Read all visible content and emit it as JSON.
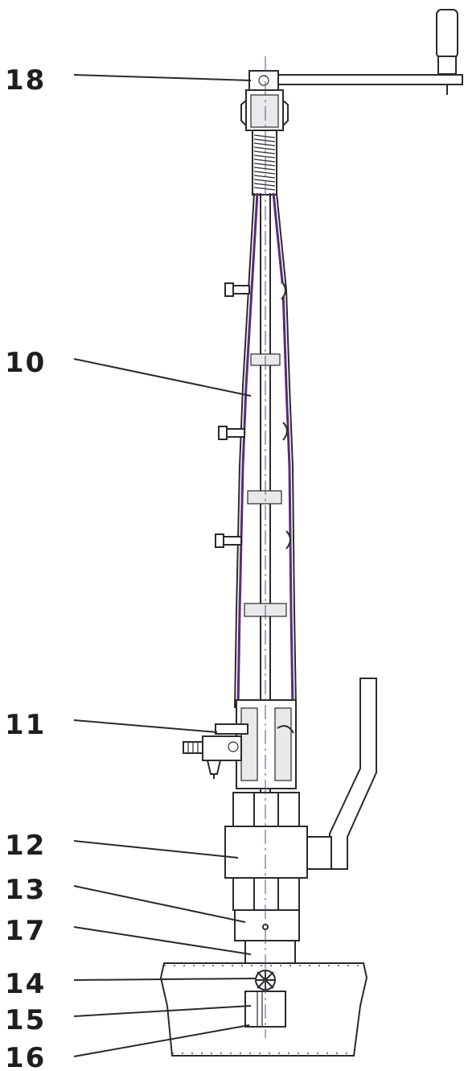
{
  "callouts": [
    {
      "label": "18"
    },
    {
      "label": "10"
    },
    {
      "label": "11"
    },
    {
      "label": "12"
    },
    {
      "label": "13"
    },
    {
      "label": "17"
    },
    {
      "label": "14"
    },
    {
      "label": "15"
    },
    {
      "label": "16"
    }
  ],
  "colors": {
    "line": "#2a2a2a",
    "centerline": "#4a4ab0",
    "tube": "#5a2a7a"
  }
}
